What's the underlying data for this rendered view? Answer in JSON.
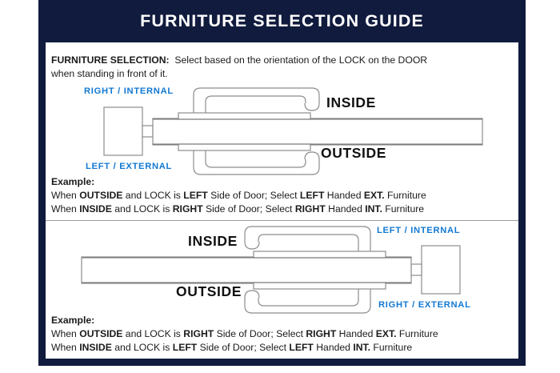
{
  "header": {
    "title": "FURNITURE SELECTION GUIDE"
  },
  "intro": {
    "label": "FURNITURE SELECTION:",
    "text_line1": "Select based on the orientation of the LOCK on the DOOR",
    "text_line2": "when standing in front of it."
  },
  "diagram1": {
    "label_top": "RIGHT / INTERNAL",
    "label_bottom": "LEFT / EXTERNAL",
    "label_inside": "INSIDE",
    "label_outside": "OUTSIDE",
    "lock_position": "left"
  },
  "diagram2": {
    "label_top": "LEFT / INTERNAL",
    "label_bottom": "RIGHT / EXTERNAL",
    "label_inside": "INSIDE",
    "label_outside": "OUTSIDE",
    "lock_position": "right"
  },
  "example1": {
    "heading": "Example:",
    "line1": {
      "w1": "When ",
      "b1": "OUTSIDE",
      "w2": " and LOCK is ",
      "b2": "LEFT",
      "w3": " Side of Door;   Select ",
      "b3": "LEFT",
      "w4": " Handed ",
      "b4": "EXT.",
      "w5": " Furniture"
    },
    "line2": {
      "w1": "When ",
      "b1": "INSIDE",
      "w2": " and LOCK is ",
      "b2": "RIGHT",
      "w3": " Side of Door;  Select ",
      "b3": "RIGHT",
      "w4": " Handed ",
      "b4": "INT.",
      "w5": " Furniture"
    }
  },
  "example2": {
    "heading": "Example:",
    "line1": {
      "w1": "When ",
      "b1": "OUTSIDE",
      "w2": " and LOCK is ",
      "b2": "RIGHT",
      "w3": " Side of Door;   Select ",
      "b3": "RIGHT",
      "w4": " Handed ",
      "b4": "EXT.",
      "w5": " Furniture"
    },
    "line2": {
      "w1": "When ",
      "b1": "INSIDE",
      "w2": " and LOCK is ",
      "b2": "LEFT",
      "w3": " Side of Door;  Select ",
      "b3": "LEFT",
      "w4": " Handed ",
      "b4": "INT.",
      "w5": " Furniture"
    }
  },
  "colors": {
    "frame_navy": "#101b3d",
    "label_blue": "#1279d3",
    "line_gray": "#8c8c8c",
    "text_dark": "#1b1b1b"
  }
}
